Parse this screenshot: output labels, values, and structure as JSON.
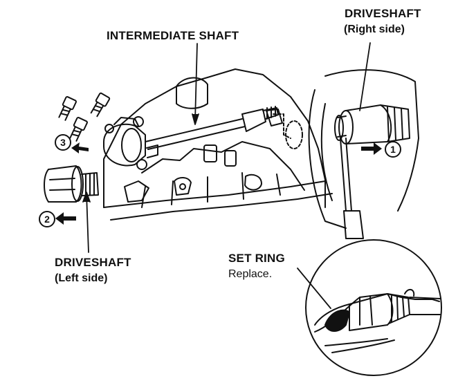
{
  "labels": {
    "intermediate_shaft": "INTERMEDIATE SHAFT",
    "driveshaft_right_title": "DRIVESHAFT",
    "driveshaft_right_side": "(Right side)",
    "driveshaft_left_title": "DRIVESHAFT",
    "driveshaft_left_side": "(Left side)",
    "set_ring_title": "SET RING",
    "set_ring_note": "Replace."
  },
  "steps": {
    "one": "1",
    "two": "2",
    "three": "3"
  },
  "colors": {
    "ink": "#111111",
    "paper": "#ffffff"
  }
}
